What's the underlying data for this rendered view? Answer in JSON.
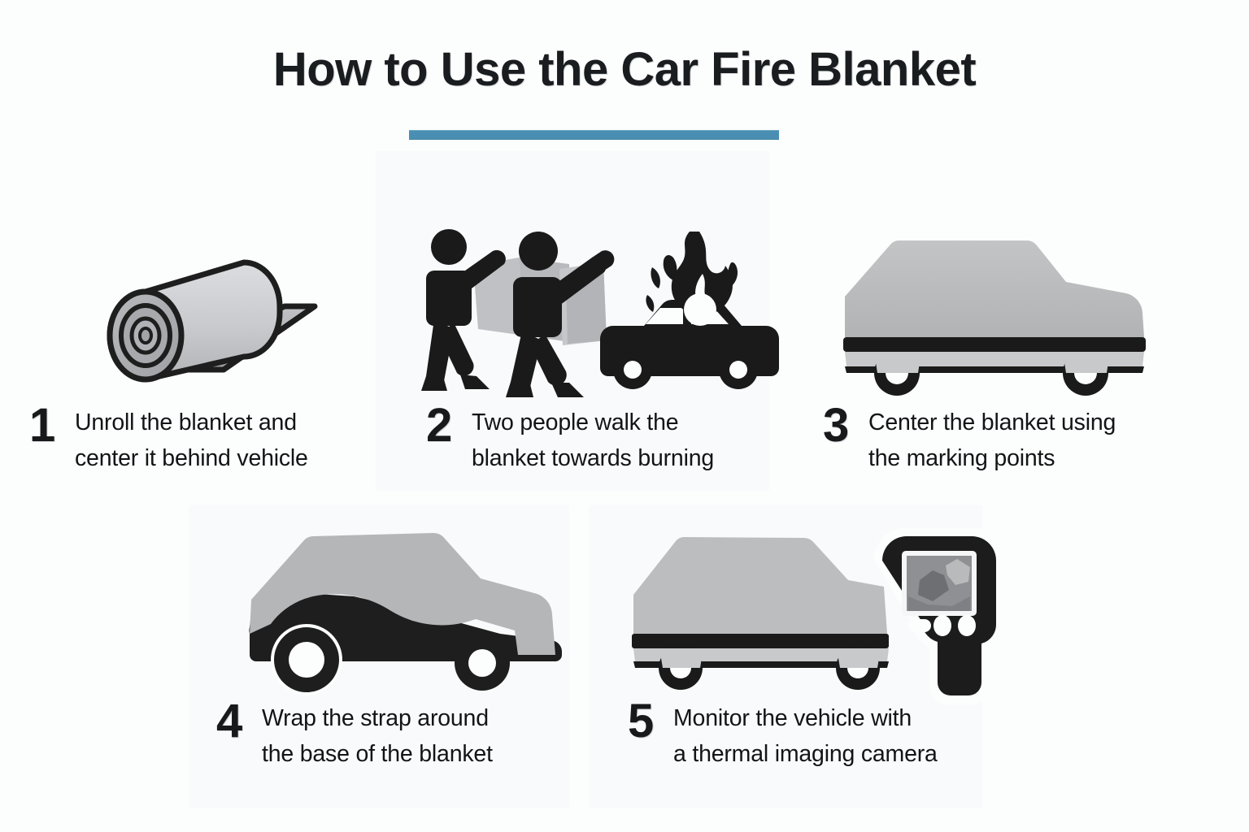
{
  "header": {
    "title": "How to Use the Car Fire Blanket",
    "accent_color": "#4a8fb3"
  },
  "colors": {
    "background": "#fcfdfd",
    "text": "#121416",
    "number": "#17191b",
    "icon_dark": "#1c1c1c",
    "blanket_gray": "#b4b5b7",
    "blanket_light": "#d6d7d9",
    "blanket_mid": "#a9aaac",
    "screen_gray": "#8e9093"
  },
  "steps": [
    {
      "number": "1",
      "text": "Unroll the blanket and\ncenter it behind vehicle",
      "icon": "rolled-blanket-icon"
    },
    {
      "number": "2",
      "text": "Two people walk the\nblanket towards burning",
      "icon": "two-people-carrying-blanket-to-burning-car-icon"
    },
    {
      "number": "3",
      "text": "Center the blanket using\nthe marking points",
      "icon": "covered-car-icon"
    },
    {
      "number": "4",
      "text": "Wrap the strap around\nthe base of the blanket",
      "icon": "car-partially-covered-icon"
    },
    {
      "number": "5",
      "text": "Monitor the vehicle with\na thermal imaging camera",
      "icon": "covered-car-with-thermal-camera-icon"
    }
  ]
}
